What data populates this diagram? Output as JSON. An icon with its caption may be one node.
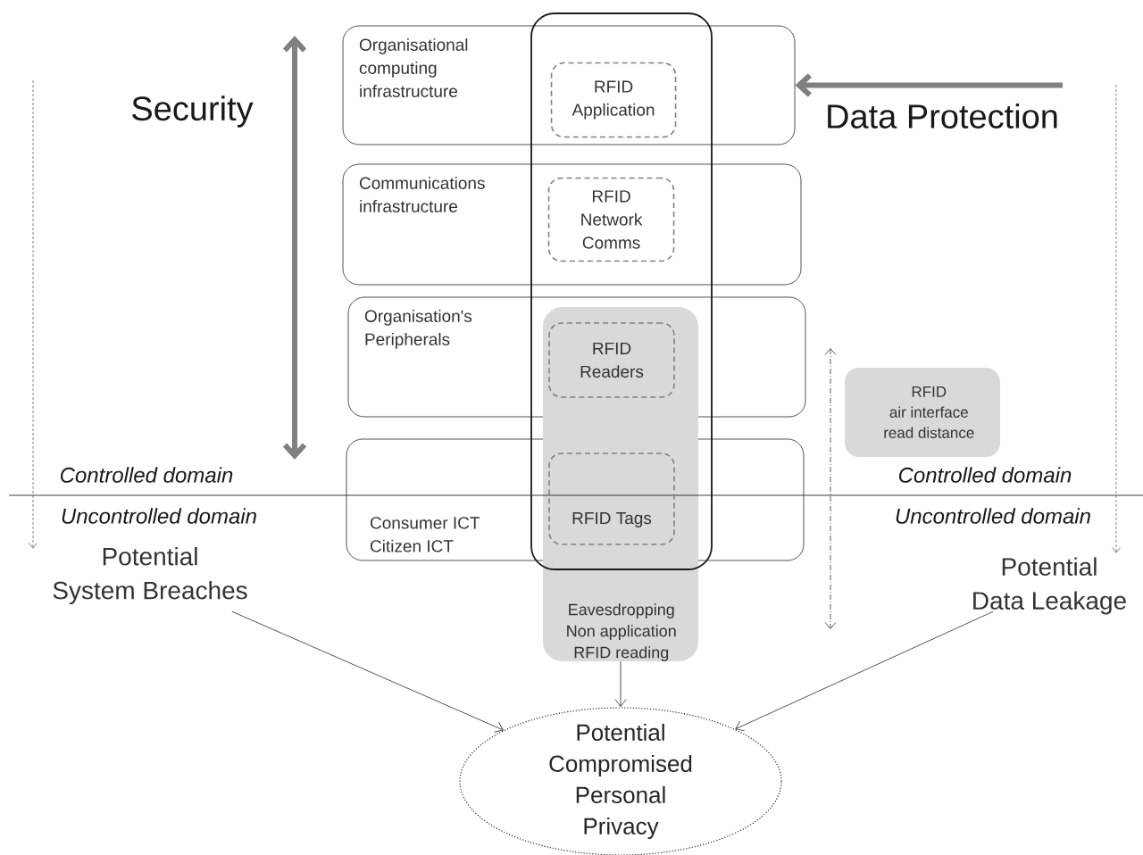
{
  "diagram": {
    "nodes": [
      {
        "text": [
          "Organisational computing infrastructure"
        ]
      },
      {
        "text": [
          "RFID Application"
        ],
        "in": 0
      },
      {
        "text": [
          "Communications infrastructure"
        ]
      },
      {
        "text": [
          "RFID Network Comms"
        ],
        "in": 2
      },
      {
        "text": [
          "Organisation's Peripherals"
        ]
      },
      {
        "text": [
          "Consumer ICT Citizen ICT"
        ]
      },
      {
        "text": [
          "Eavesdropping Non application RFID reading"
        ]
      },
      {
        "text": [
          "RFID Readers"
        ]
      },
      {
        "text": [
          "RFID Tags"
        ]
      },
      {
        "text": [
          "RFID air interface read distance"
        ]
      },
      {
        "text": [
          "Potential System Breaches"
        ]
      },
      {
        "text": [
          "Potential Data Leakage"
        ]
      },
      {
        "text": [
          "Potential Compromised Personal Privacy"
        ]
      }
    ],
    "edges": [
      {
        "from": null,
        "to": 0,
        "arrow": "to",
        "style": "thick",
        "color": "#808080"
      },
      {
        "from": 10,
        "to": 12,
        "arrow": "to"
      },
      {
        "from": 6,
        "to": 12,
        "arrow": "to"
      },
      {
        "from": 11,
        "to": 12,
        "arrow": "to"
      }
    ],
    "labels": [
      "Security",
      "Data Protection",
      "Controlled domain",
      "Uncontrolled domain",
      "Controlled domain",
      "Uncontrolled domain"
    ]
  }
}
